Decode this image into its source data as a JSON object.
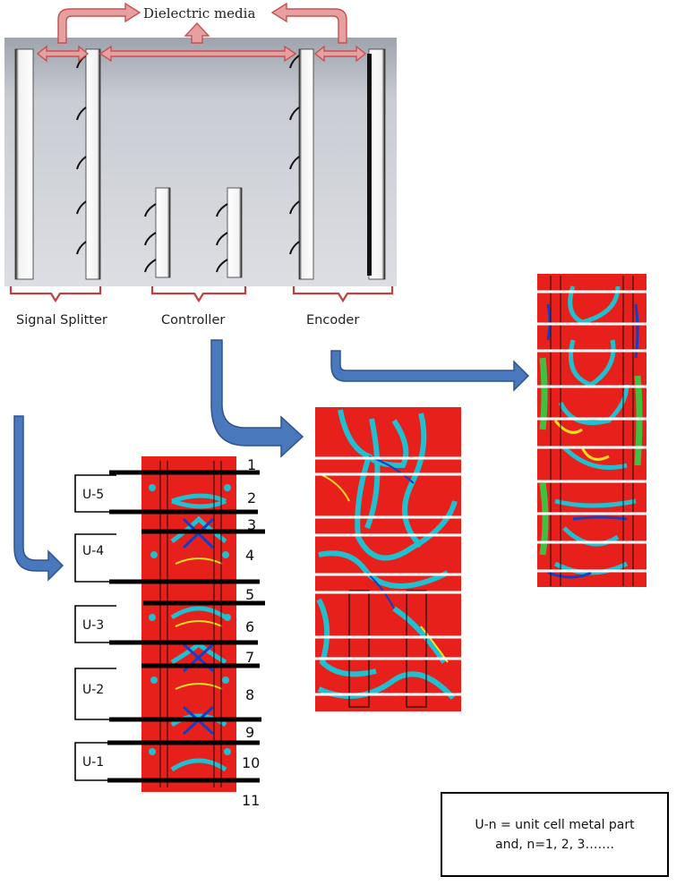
{
  "top_label": "Dielectric media",
  "section_labels": {
    "splitter": "Signal Splitter",
    "controller": "Controller",
    "encoder": "Encoder"
  },
  "layer_numbers": [
    "1",
    "2",
    "3",
    "4",
    "5",
    "6",
    "7",
    "8",
    "9",
    "10",
    "11"
  ],
  "unit_labels": [
    "U-5",
    "U-4",
    "U-3",
    "U-2",
    "U-1"
  ],
  "note": {
    "line1": "U-n = unit cell metal part",
    "line2": "and, n=1, 2, 3……."
  },
  "colors": {
    "field_red": "#e8201c",
    "field_yellow": "#f0e020",
    "field_green": "#40c040",
    "field_cyan": "#20c0d0",
    "field_blue": "#1040c8",
    "arrow_red": "#d96a6a",
    "arrow_blue": "#3a6fb0",
    "brace": "#c04040",
    "dielectric_gray": "#c8cbd2"
  },
  "icons": {
    "dielectric_arrows": "red-double-arrow",
    "flow_arrows": "blue-bent-arrow"
  }
}
